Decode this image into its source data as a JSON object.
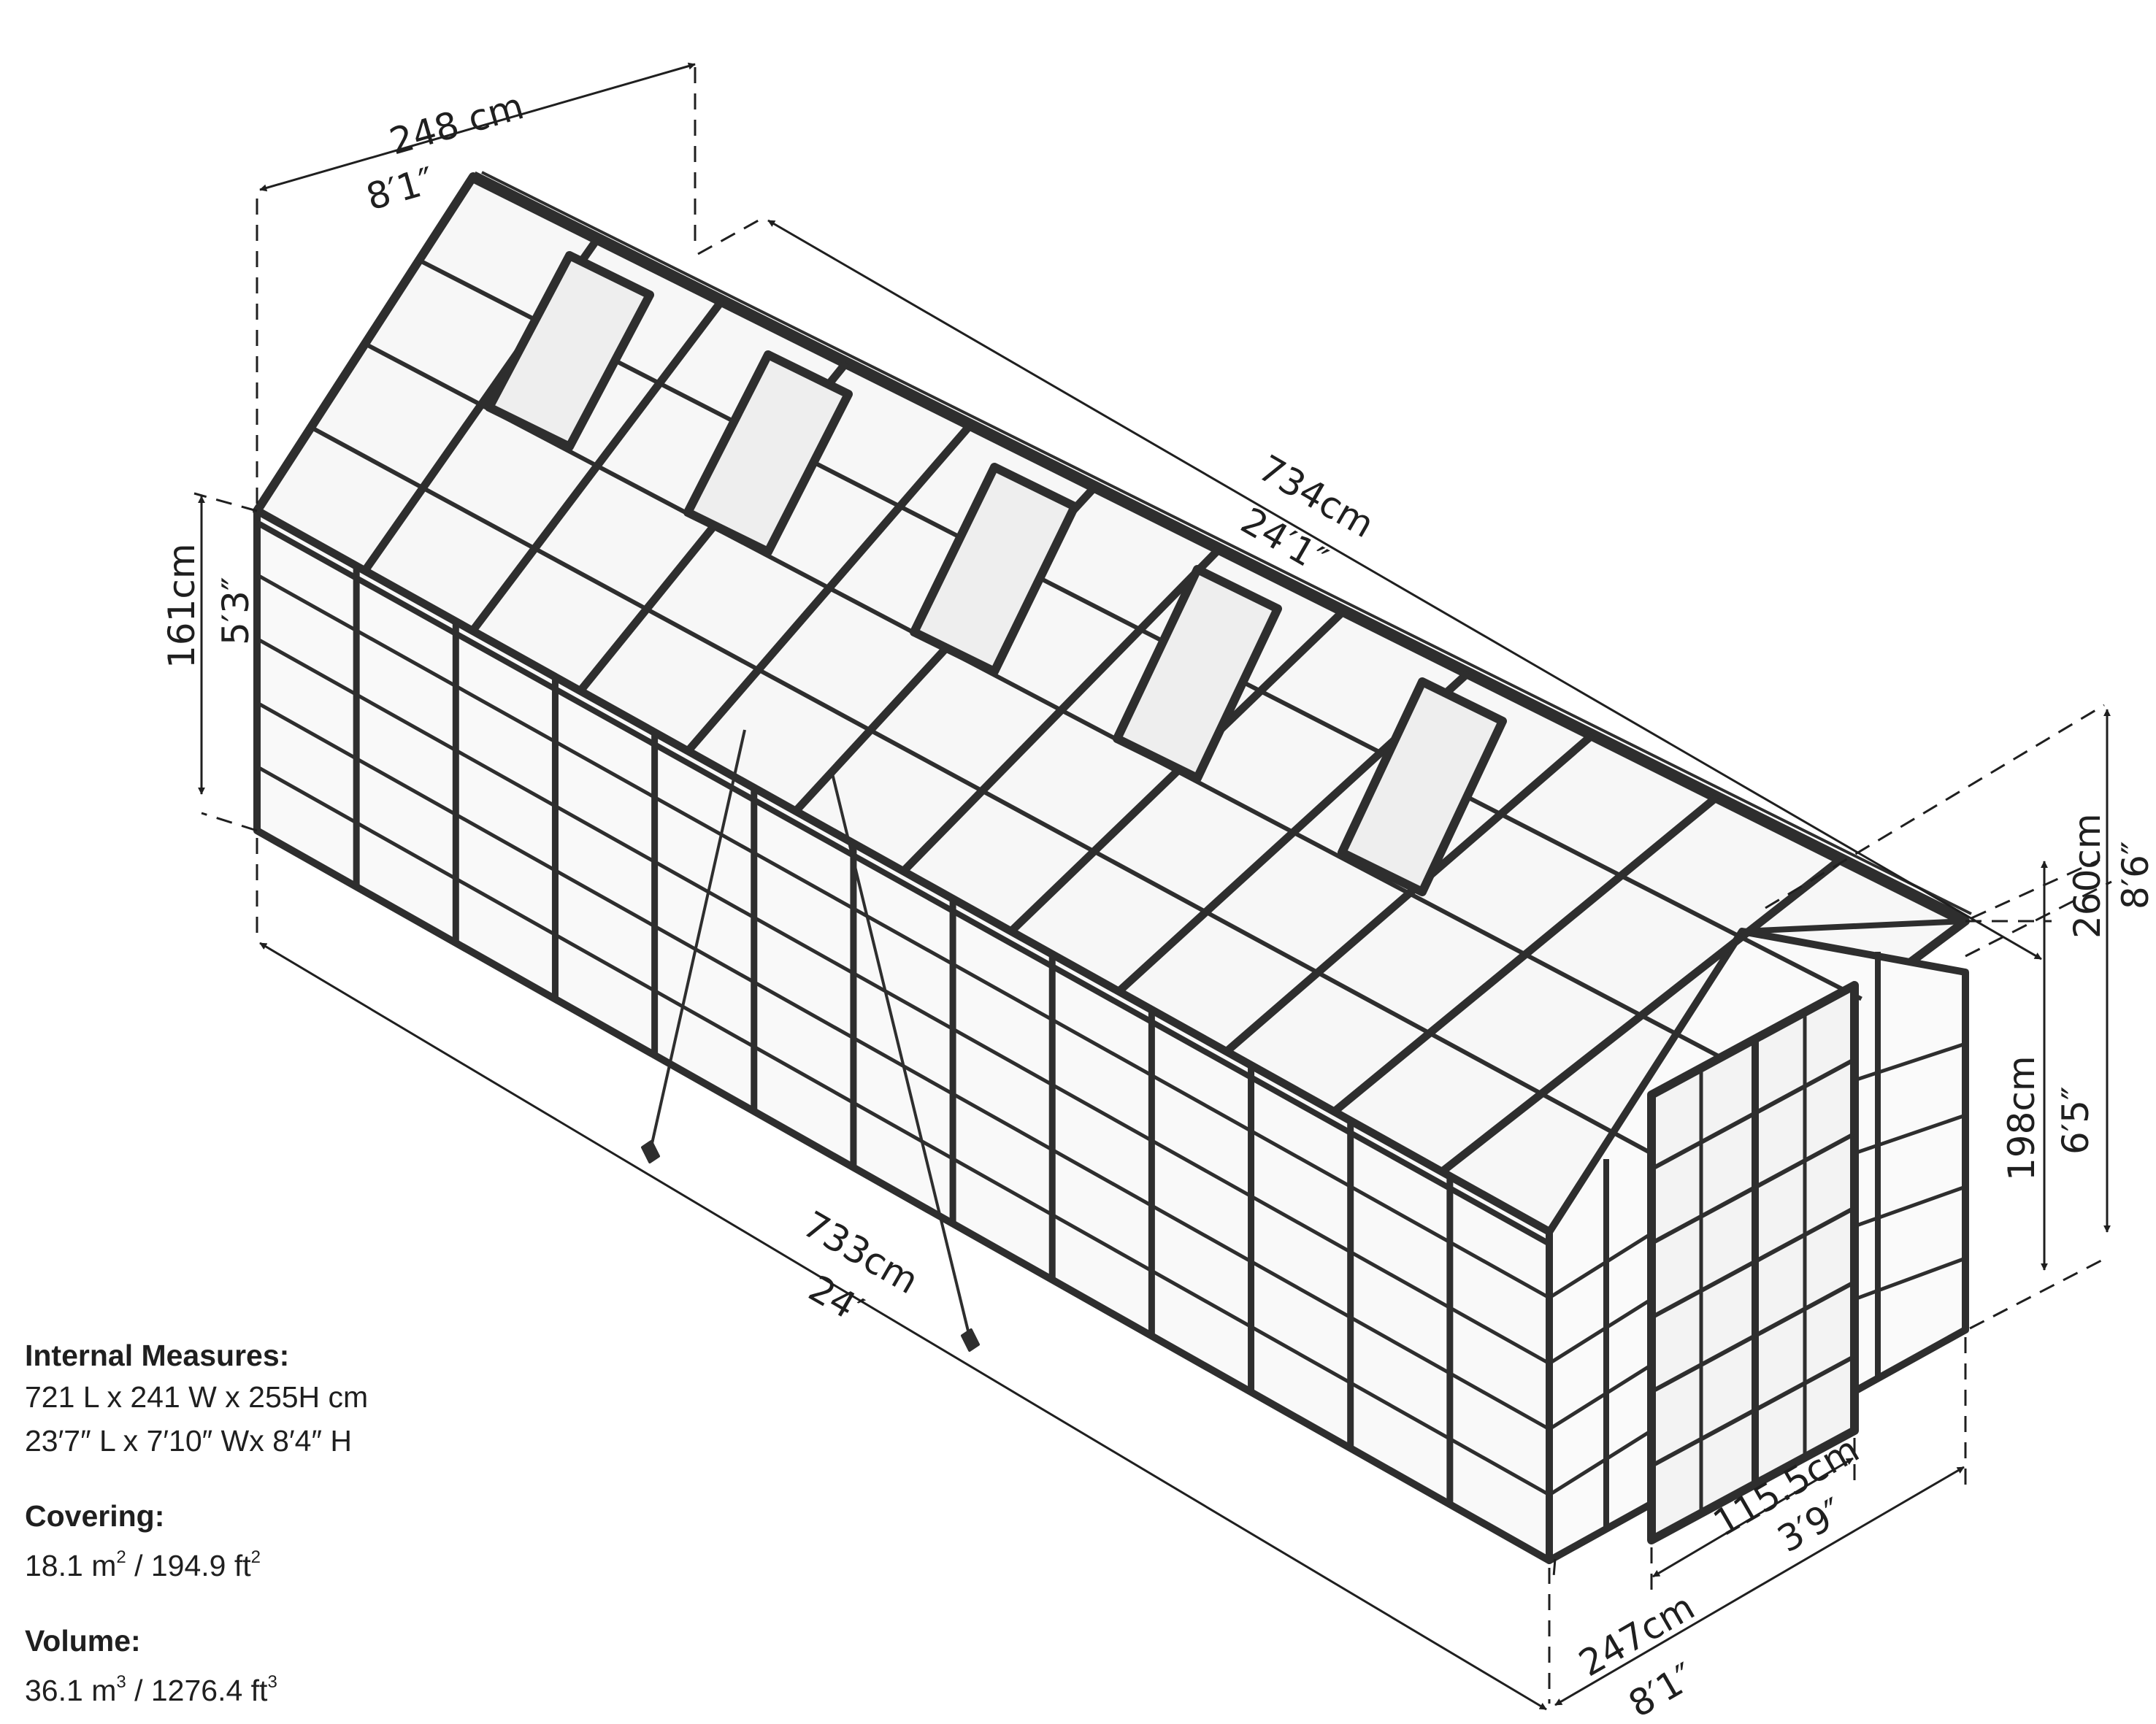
{
  "dimensions": {
    "top_width_metric": "248 cm",
    "top_width_imperial": "8′1″",
    "roof_length_metric": "734cm",
    "roof_length_imperial": "24′1″",
    "side_height_metric": "161cm",
    "side_height_imperial": "5′3″",
    "base_length_metric": "733cm",
    "base_length_imperial": "24′",
    "total_height_metric": "260cm",
    "total_height_imperial": "8′6″",
    "door_height_metric": "198cm",
    "door_height_imperial": "6′5″",
    "door_width_metric": "115.5cm",
    "door_width_imperial": "3′9″",
    "base_width_metric": "247cm",
    "base_width_imperial": "8′1″"
  },
  "specs": {
    "internal_title": "Internal Measures:",
    "internal_metric": "721 L x 241 W x 255H cm",
    "internal_imperial": "23′7″ L x 7′10″ Wx 8′4″  H",
    "covering_title": "Covering:",
    "covering_value_a": "18.1 m",
    "covering_sup_a": "2",
    "covering_value_b": " / 194.9 ft",
    "covering_sup_b": "2",
    "volume_title": "Volume:",
    "volume_value_a": "36.1 m",
    "volume_sup_a": "3",
    "volume_value_b": " / 1276.4 ft",
    "volume_sup_b": "3"
  },
  "colors": {
    "line": "#2b2b2b",
    "frame": "#2e2e2e",
    "text": "#1f1f1f"
  }
}
